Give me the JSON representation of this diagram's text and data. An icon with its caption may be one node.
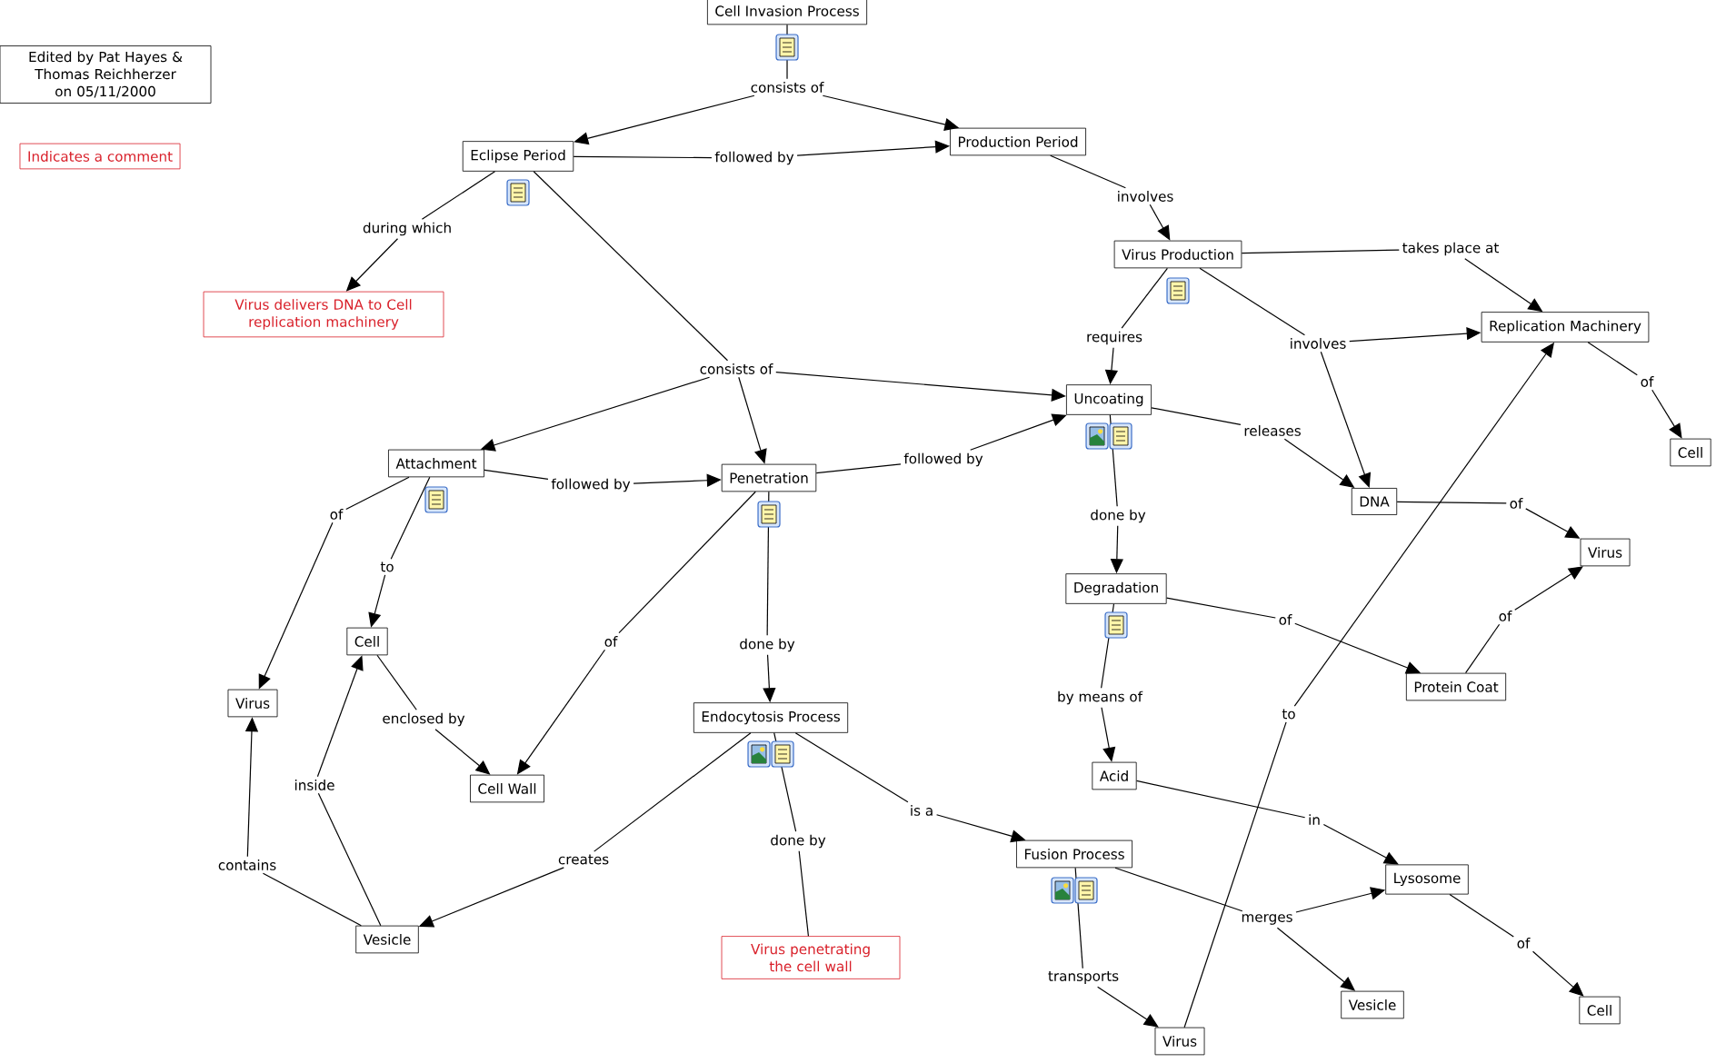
{
  "diagram": {
    "nodes": [
      {
        "text": [
          "Edited by Pat Hayes & Thomas Reichherzer on 05/11/2000"
        ]
      },
      {
        "text": [
          "Indicates a comment"
        ]
      },
      {
        "text": [
          "Cell Invasion Process"
        ]
      },
      {
        "text": [
          "consists of"
        ]
      },
      {
        "text": [
          "Eclipse Period"
        ]
      },
      {
        "text": [
          "followed by"
        ]
      },
      {
        "text": [
          "Production Period"
        ]
      },
      {
        "text": [
          "involves"
        ]
      },
      {
        "text": [
          "Virus Production"
        ]
      },
      {
        "text": [
          "takes place at"
        ]
      },
      {
        "text": [
          "Replication Machinery"
        ]
      },
      {
        "text": [
          "of"
        ]
      },
      {
        "text": [
          "Cell"
        ]
      },
      {
        "text": [
          "during which"
        ]
      },
      {
        "text": [
          "Virus delivers DNA to Cell replication machinery"
        ]
      },
      {
        "text": [
          "consists of"
        ]
      },
      {
        "text": [
          "Attachment"
        ]
      },
      {
        "text": [
          "followed by"
        ]
      },
      {
        "text": [
          "Penetration"
        ]
      },
      {
        "text": [
          "followed by"
        ]
      },
      {
        "text": [
          "Uncoating"
        ]
      },
      {
        "text": [
          "requires"
        ]
      },
      {
        "text": [
          "involves"
        ]
      },
      {
        "text": [
          "releases"
        ]
      },
      {
        "text": [
          "DNA"
        ]
      },
      {
        "text": [
          "of"
        ]
      },
      {
        "text": [
          "Virus"
        ]
      },
      {
        "text": [
          "done by"
        ]
      },
      {
        "text": [
          "Degradation"
        ]
      },
      {
        "text": [
          "of"
        ]
      },
      {
        "text": [
          "Protein Coat"
        ]
      },
      {
        "text": [
          "of"
        ]
      },
      {
        "text": [
          "by means of"
        ]
      },
      {
        "text": [
          "Acid"
        ]
      },
      {
        "text": [
          "in"
        ]
      },
      {
        "text": [
          "Lysosome"
        ]
      },
      {
        "text": [
          "of"
        ]
      },
      {
        "text": [
          "Cell"
        ]
      },
      {
        "text": [
          "to"
        ]
      },
      {
        "text": [
          "Virus"
        ]
      },
      {
        "text": [
          "of"
        ]
      },
      {
        "text": [
          "to"
        ]
      },
      {
        "text": [
          "Virus"
        ]
      },
      {
        "text": [
          "Cell"
        ]
      },
      {
        "text": [
          "enclosed by"
        ]
      },
      {
        "text": [
          "Cell Wall"
        ]
      },
      {
        "text": [
          "of"
        ]
      },
      {
        "text": [
          "done by"
        ]
      },
      {
        "text": [
          "Endocytosis Process"
        ]
      },
      {
        "text": [
          "inside"
        ]
      },
      {
        "text": [
          "contains"
        ]
      },
      {
        "text": [
          "Vesicle"
        ]
      },
      {
        "text": [
          "creates"
        ]
      },
      {
        "text": [
          "done by"
        ]
      },
      {
        "text": [
          "Virus penetrating the cell wall"
        ]
      },
      {
        "text": [
          "is a"
        ]
      },
      {
        "text": [
          "Fusion Process"
        ]
      },
      {
        "text": [
          "transports"
        ]
      },
      {
        "text": [
          "merges"
        ]
      },
      {
        "text": [
          "Vesicle"
        ]
      }
    ],
    "edges": [
      {
        "from": 2,
        "to": 3,
        "arrow": "none"
      },
      {
        "from": 3,
        "to": 4,
        "arrow": "to"
      },
      {
        "from": 3,
        "to": 6,
        "arrow": "to"
      },
      {
        "from": 4,
        "to": 5,
        "arrow": "none"
      },
      {
        "from": 5,
        "to": 6,
        "arrow": "to"
      },
      {
        "from": 6,
        "to": 7,
        "arrow": "none"
      },
      {
        "from": 7,
        "to": 8,
        "arrow": "to"
      },
      {
        "from": 8,
        "to": 9,
        "arrow": "none"
      },
      {
        "from": 9,
        "to": 10,
        "arrow": "to"
      },
      {
        "from": 10,
        "to": 11,
        "arrow": "none"
      },
      {
        "from": 11,
        "to": 12,
        "arrow": "to"
      },
      {
        "from": 4,
        "to": 13,
        "arrow": "none"
      },
      {
        "from": 13,
        "to": 14,
        "arrow": "to"
      },
      {
        "from": 4,
        "to": 15,
        "arrow": "none"
      },
      {
        "from": 15,
        "to": 16,
        "arrow": "to"
      },
      {
        "from": 15,
        "to": 18,
        "arrow": "to"
      },
      {
        "from": 15,
        "to": 20,
        "arrow": "to"
      },
      {
        "from": 16,
        "to": 17,
        "arrow": "none"
      },
      {
        "from": 17,
        "to": 18,
        "arrow": "to"
      },
      {
        "from": 18,
        "to": 19,
        "arrow": "none"
      },
      {
        "from": 19,
        "to": 20,
        "arrow": "to"
      },
      {
        "from": 8,
        "to": 21,
        "arrow": "none"
      },
      {
        "from": 21,
        "to": 20,
        "arrow": "to"
      },
      {
        "from": 8,
        "to": 22,
        "arrow": "none"
      },
      {
        "from": 22,
        "to": 10,
        "arrow": "to"
      },
      {
        "from": 22,
        "to": 24,
        "arrow": "to"
      },
      {
        "from": 20,
        "to": 23,
        "arrow": "none"
      },
      {
        "from": 23,
        "to": 24,
        "arrow": "to"
      },
      {
        "from": 24,
        "to": 25,
        "arrow": "none"
      },
      {
        "from": 25,
        "to": 26,
        "arrow": "to"
      },
      {
        "from": 20,
        "to": 27,
        "arrow": "none"
      },
      {
        "from": 27,
        "to": 28,
        "arrow": "to"
      },
      {
        "from": 28,
        "to": 29,
        "arrow": "none"
      },
      {
        "from": 29,
        "to": 30,
        "arrow": "to"
      },
      {
        "from": 30,
        "to": 31,
        "arrow": "none"
      },
      {
        "from": 31,
        "to": 26,
        "arrow": "to"
      },
      {
        "from": 28,
        "to": 32,
        "arrow": "none"
      },
      {
        "from": 32,
        "to": 33,
        "arrow": "to"
      },
      {
        "from": 33,
        "to": 34,
        "arrow": "none"
      },
      {
        "from": 34,
        "to": 35,
        "arrow": "to"
      },
      {
        "from": 35,
        "to": 36,
        "arrow": "none"
      },
      {
        "from": 36,
        "to": 37,
        "arrow": "to"
      },
      {
        "from": 39,
        "to": 38,
        "arrow": "none"
      },
      {
        "from": 38,
        "to": 10,
        "arrow": "to"
      },
      {
        "from": 16,
        "to": 40,
        "arrow": "none"
      },
      {
        "from": 40,
        "to": 42,
        "arrow": "to"
      },
      {
        "from": 16,
        "to": 41,
        "arrow": "none"
      },
      {
        "from": 41,
        "to": 43,
        "arrow": "to"
      },
      {
        "from": 43,
        "to": 44,
        "arrow": "none"
      },
      {
        "from": 44,
        "to": 45,
        "arrow": "to"
      },
      {
        "from": 18,
        "to": 46,
        "arrow": "none"
      },
      {
        "from": 46,
        "to": 45,
        "arrow": "to"
      },
      {
        "from": 18,
        "to": 47,
        "arrow": "none"
      },
      {
        "from": 47,
        "to": 48,
        "arrow": "to"
      },
      {
        "from": 51,
        "to": 49,
        "arrow": "none"
      },
      {
        "from": 49,
        "to": 43,
        "arrow": "to"
      },
      {
        "from": 51,
        "to": 50,
        "arrow": "none"
      },
      {
        "from": 50,
        "to": 42,
        "arrow": "to"
      },
      {
        "from": 48,
        "to": 52,
        "arrow": "none"
      },
      {
        "from": 52,
        "to": 51,
        "arrow": "to"
      },
      {
        "from": 48,
        "to": 53,
        "arrow": "none"
      },
      {
        "from": 53,
        "to": 54,
        "arrow": "none"
      },
      {
        "from": 48,
        "to": 55,
        "arrow": "none"
      },
      {
        "from": 55,
        "to": 56,
        "arrow": "to"
      },
      {
        "from": 56,
        "to": 57,
        "arrow": "none"
      },
      {
        "from": 57,
        "to": 39,
        "arrow": "to"
      },
      {
        "from": 56,
        "to": 58,
        "arrow": "none"
      },
      {
        "from": 58,
        "to": 35,
        "arrow": "to"
      },
      {
        "from": 58,
        "to": 59,
        "arrow": "to"
      }
    ]
  }
}
